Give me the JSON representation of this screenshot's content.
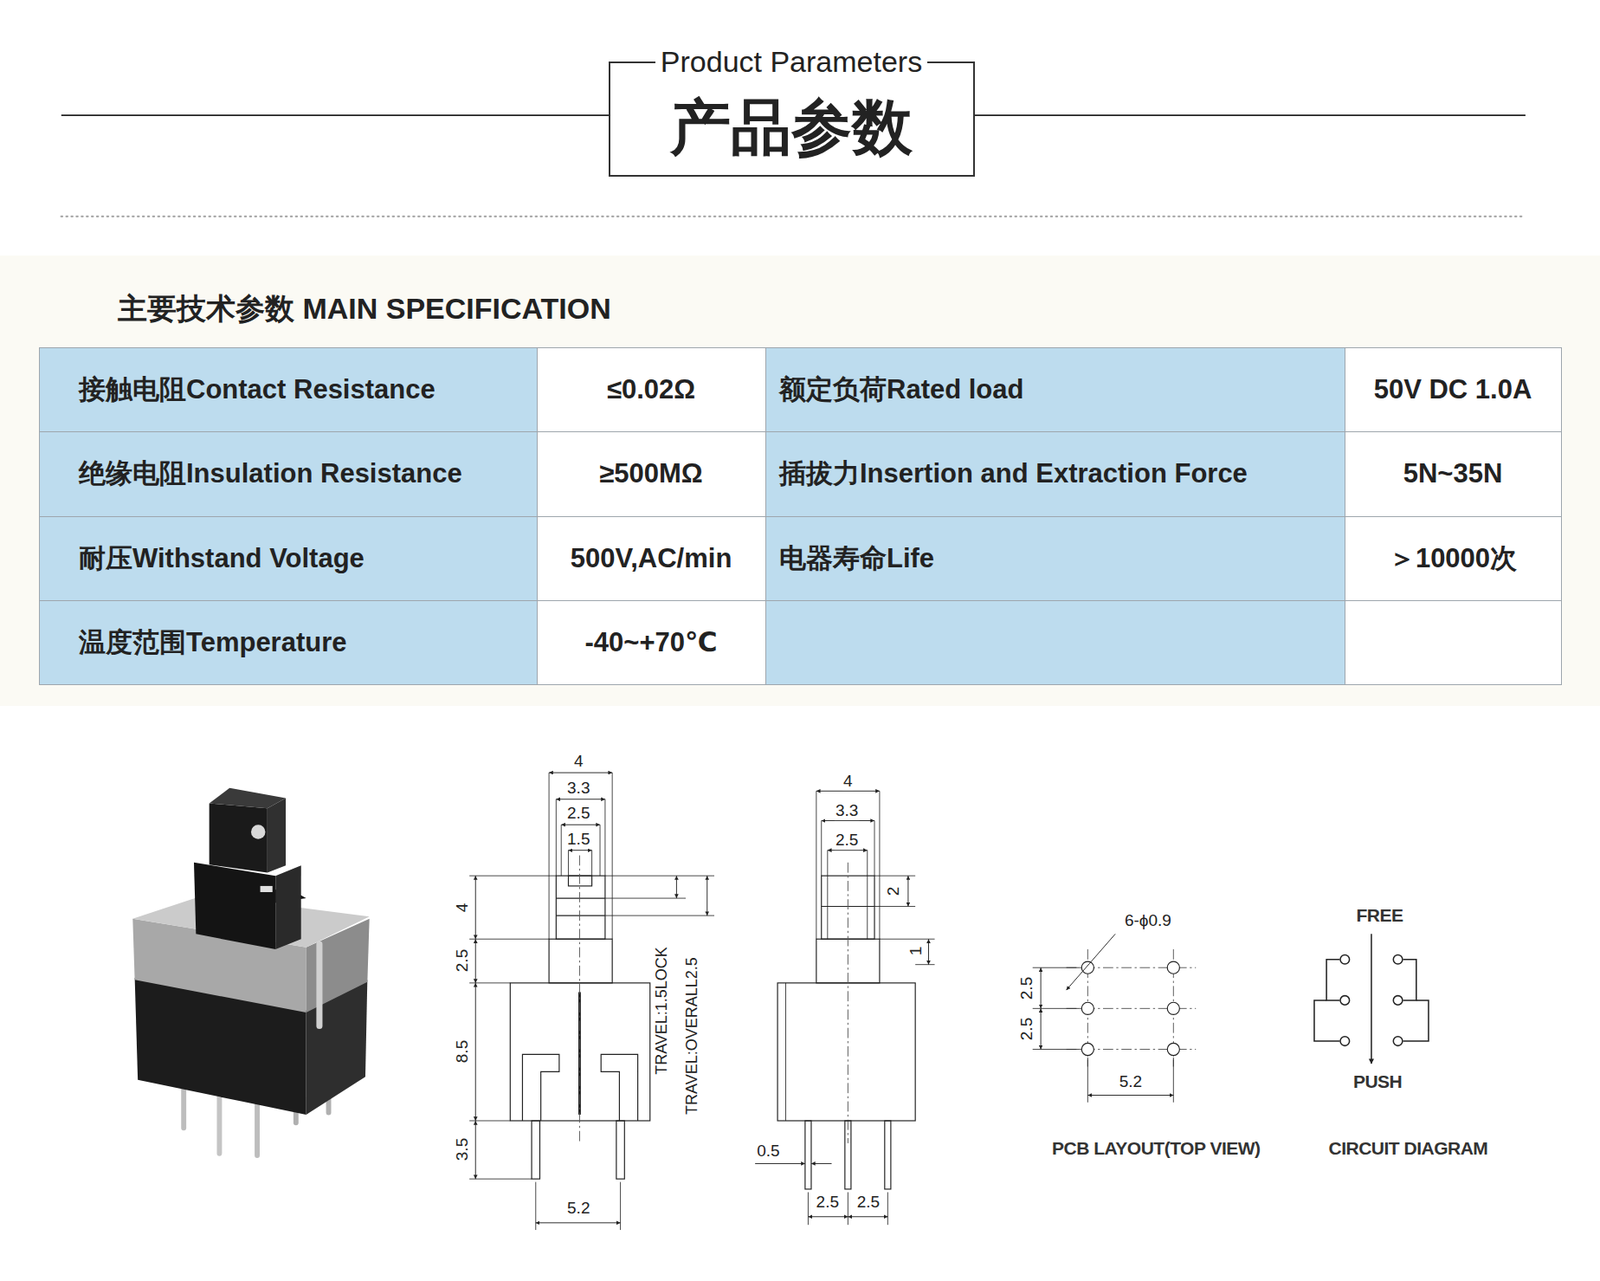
{
  "diagram": {
    "nodes": [
      {
        "text": [
          "Product Parameters",
          "产品参数"
        ]
      }
    ],
    "labels": [
      "主要技术参数 MAIN SPECIFICATION",
      "接触电阻Contact Resistance",
      "≤0.02Ω",
      "额定负荷Rated load",
      "50V DC 1.0A",
      "绝缘电阻Insulation Resistance",
      "≥500MΩ",
      "插拔力Insertion and Extraction Force",
      "5N~35N",
      "耐压Withstand Voltage",
      "500V,AC/min",
      "电器寿命Life",
      "＞10000次",
      "温度范围Temperature",
      "-40~+70℃",
      "4",
      "3.3",
      "2.5",
      "1.5",
      "4",
      "2.5",
      "8.5",
      "3.5",
      "TRAVEL:1.5LOCK",
      "TRAVEL:OVERALL2.5",
      "5.2",
      "4",
      "3.3",
      "2.5",
      "2",
      "1",
      "0.5",
      "2.5",
      "2.5",
      "6-ϕ0.9",
      "2.5",
      "2.5",
      "5.2",
      "PCB LAYOUT(TOP VIEW)",
      "FREE",
      "PUSH",
      "CIRCUIT DIAGRAM"
    ]
  }
}
